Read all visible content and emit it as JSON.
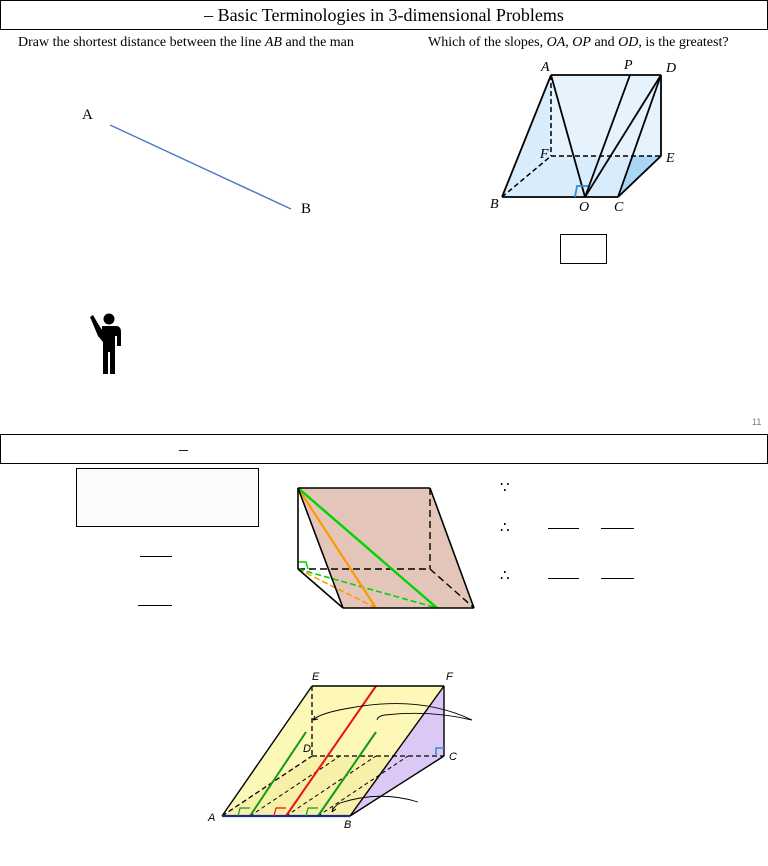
{
  "slide1": {
    "title": "– Basic Terminologies in 3-dimensional Problems",
    "q1": {
      "text_before": "Draw the shortest distance between the line ",
      "text_italic": "AB",
      "text_after": " and the man",
      "label_a": "A",
      "label_b": "B"
    },
    "q2": {
      "prefix": "Which of the slopes, ",
      "oa": "OA",
      "sep1": ", ",
      "op": "OP",
      "sep2": " and ",
      "od": "OD",
      "suffix": ", is the greatest?",
      "points": {
        "a": "A",
        "p": "P",
        "d": "D",
        "f": "F",
        "e": "E",
        "b": "B",
        "o": "O",
        "c": "C"
      }
    },
    "page_number": "11"
  },
  "slide2": {
    "title": "–",
    "symbols": {
      "because": "∵",
      "therefore": "∴"
    },
    "points": {
      "e": "E",
      "f": "F",
      "d": "D",
      "c": "C",
      "a": "A",
      "b": "B"
    }
  },
  "colors": {
    "line_ab": "#4a78c4",
    "prism_fill": "#d8ecfb",
    "prism_side": "#a9d6f5",
    "right_angle": "#2e8bd8",
    "slab_fill": "#e3c6b9",
    "orange": "#ff9900",
    "green": "#00d400",
    "plane_yellow": "#fdf8b8",
    "plane_purple": "#dcc8f5",
    "red": "#ee1111",
    "dark_green": "#159915",
    "base_blue": "#1a2a8c"
  }
}
